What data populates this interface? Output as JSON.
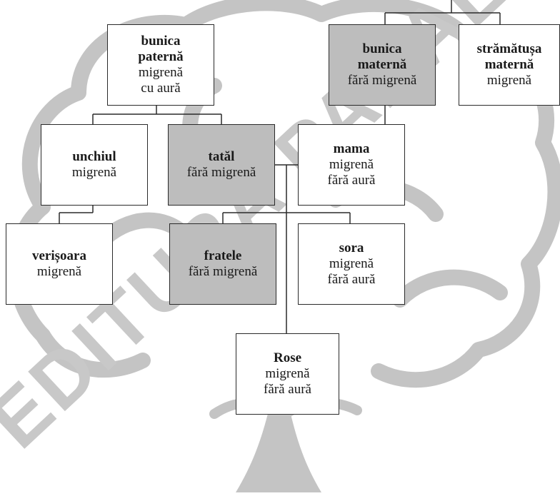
{
  "colors": {
    "line": "#2a2a2a",
    "shaded_fill": "#bdbdbd",
    "tree_outline": "#c4c4c4"
  },
  "watermark": "EDITURA PARALELA",
  "tree": {
    "nodes": [
      {
        "id": "bunica-paterna",
        "name_lines": [
          "bunica",
          "paternă"
        ],
        "info_lines": [
          "migrenă",
          "cu aură"
        ],
        "shaded": false
      },
      {
        "id": "bunica-materna",
        "name_lines": [
          "bunica",
          "maternă"
        ],
        "info_lines": [
          "fără migrenă"
        ],
        "shaded": true
      },
      {
        "id": "stramatusa-materna",
        "name_lines": [
          "strămătușa",
          "maternă"
        ],
        "info_lines": [
          "migrenă"
        ],
        "shaded": false
      },
      {
        "id": "unchiul",
        "name_lines": [
          "unchiul"
        ],
        "info_lines": [
          "migrenă"
        ],
        "shaded": false
      },
      {
        "id": "tatal",
        "name_lines": [
          "tatăl"
        ],
        "info_lines": [
          "fără migrenă"
        ],
        "shaded": true
      },
      {
        "id": "mama",
        "name_lines": [
          "mama"
        ],
        "info_lines": [
          "migrenă",
          "fără aură"
        ],
        "shaded": false
      },
      {
        "id": "verisoara",
        "name_lines": [
          "verișoara"
        ],
        "info_lines": [
          "migrenă"
        ],
        "shaded": false
      },
      {
        "id": "fratele",
        "name_lines": [
          "fratele"
        ],
        "info_lines": [
          "fără migrenă"
        ],
        "shaded": true
      },
      {
        "id": "sora",
        "name_lines": [
          "sora"
        ],
        "info_lines": [
          "migrenă",
          "fără aură"
        ],
        "shaded": false
      },
      {
        "id": "rose",
        "name_lines": [
          "Rose"
        ],
        "info_lines": [
          "migrenă",
          "fără aură"
        ],
        "shaded": false
      }
    ]
  }
}
